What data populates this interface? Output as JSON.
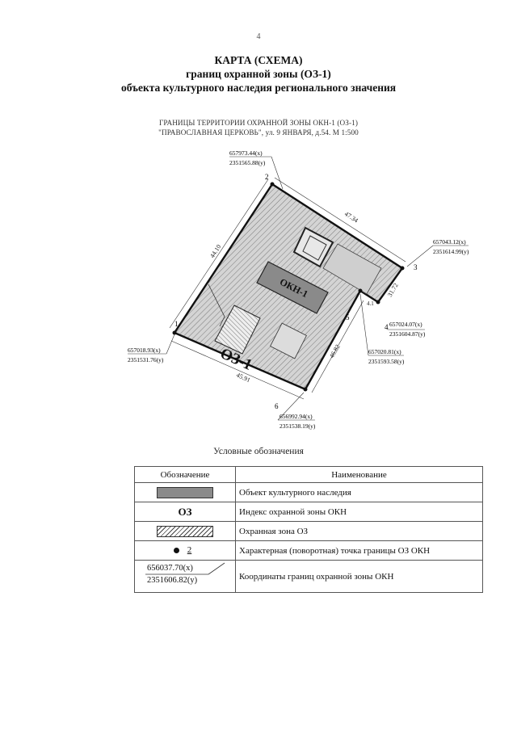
{
  "page": {
    "number": "4"
  },
  "title": {
    "line1": "КАРТА (СХЕМА)",
    "line2": "границ  охранной зоны (ОЗ-1)",
    "line3": "объекта культурного наследия регионального значения"
  },
  "map": {
    "caption_line1": "ГРАНИЦЫ ТЕРРИТОРИИ ОХРАННОЙ ЗОНЫ ОКН-1 (ОЗ-1)",
    "caption_line2": "\"ПРАВОСЛАВНАЯ ЦЕРКОВЬ\", ул. 9 ЯНВАРЯ, д.54.  М 1:500",
    "object_label": "ОКН-1",
    "zone_label": "ОЗ-1",
    "points": {
      "p1": "1",
      "p2": "2",
      "p3": "3",
      "p4": "4",
      "p5": "5",
      "p6": "6"
    },
    "coords": {
      "p2_x": "657973.44(x)",
      "p2_y": "2351565.88(y)",
      "p3_x": "657043.12(x)",
      "p3_y": "2351614.99(y)",
      "p4_x": "657024.07(x)",
      "p4_y": "2351604.87(y)",
      "p5_x": "657020.81(x)",
      "p5_y": "2351593.58(y)",
      "p1_x": "657018.93(x)",
      "p1_y": "2351531.76(y)",
      "p6_x": "656992.94(x)",
      "p6_y": "2351538.19(y)"
    },
    "dimensions": {
      "top": "47.34",
      "left": "44.10",
      "bottom": "45.91",
      "right_short": "31.72",
      "right_long": "46.82",
      "notch": "4.1"
    }
  },
  "legend": {
    "title": "Условные обозначения",
    "header_symbol": "Обозначение",
    "header_name": "Наименование",
    "rows": [
      {
        "name": "Объект культурного наследия"
      },
      {
        "symbol": "ОЗ",
        "name": "Индекс охранной зоны ОКН"
      },
      {
        "name": "Охранная зона ОЗ"
      },
      {
        "symbol": "2",
        "name": "Характерная (поворотная) точка границы ОЗ ОКН"
      },
      {
        "symbol_x": "656037.70(x)",
        "symbol_y": "2351606.82(y)",
        "name": "Координаты границ охранной зоны ОКН"
      }
    ]
  },
  "colors": {
    "cultural_fill": "#8a8a8a",
    "zone_fill": "#d9d9d9",
    "line": "#111111"
  }
}
